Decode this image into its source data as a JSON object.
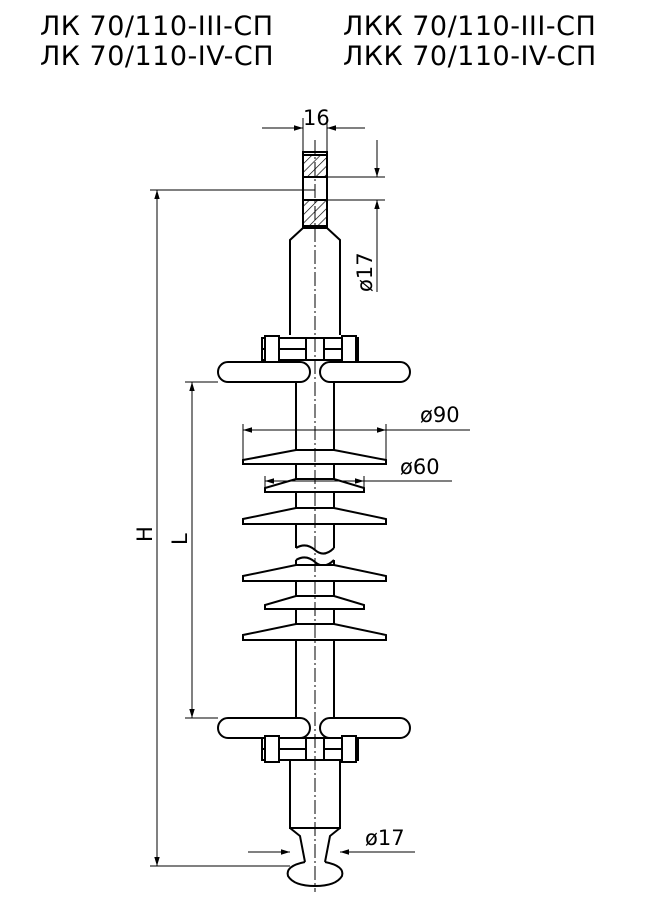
{
  "titles": {
    "left_line1": "ЛК 70/110-III-СП",
    "left_line2": "ЛК 70/110-IV-СП",
    "right_line1": "ЛКК 70/110-III-СП",
    "right_line2": "ЛКК 70/110-IV-СП"
  },
  "dimensions": {
    "top_width": "16",
    "rod_diameter_top": "ø17",
    "shed_large_diameter": "ø90",
    "shed_small_diameter": "ø60",
    "rod_diameter_bottom": "ø17",
    "overall_height": "H",
    "insulating_length": "L"
  }
}
